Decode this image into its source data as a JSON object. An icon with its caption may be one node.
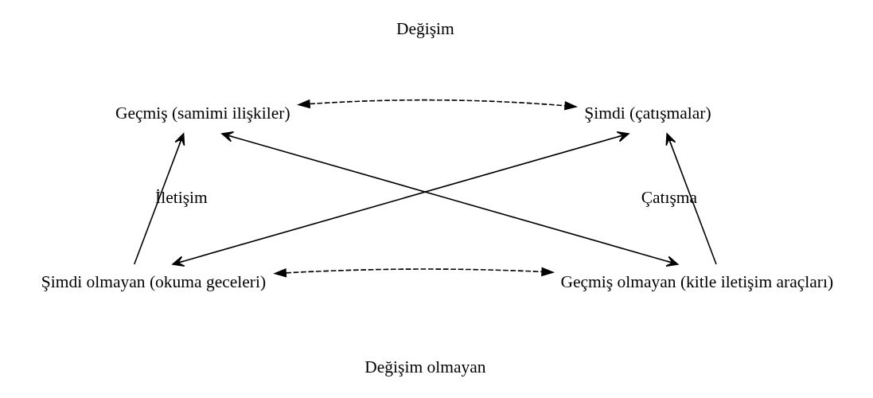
{
  "diagram": {
    "nodes": [
      {
        "text": [
          "Geçmiş (samimi ilişkiler)"
        ]
      },
      {
        "text": [
          "Şimdi (çatışmalar)"
        ]
      },
      {
        "text": [
          "Şimdi olmayan (okuma geceleri)"
        ]
      },
      {
        "text": [
          "Geçmiş olmayan (kitle iletişim araçları)"
        ]
      }
    ],
    "edges": [
      {
        "from": 0,
        "to": 1,
        "arrow": "both",
        "style": "dashed"
      },
      {
        "from": 0,
        "to": 3,
        "arrow": "both"
      },
      {
        "from": 2,
        "to": 1,
        "arrow": "both"
      },
      {
        "from": 2,
        "to": 0,
        "arrow": "to"
      },
      {
        "from": 3,
        "to": 1,
        "arrow": "to"
      },
      {
        "from": 2,
        "to": 3,
        "arrow": "both",
        "style": "dashed"
      }
    ],
    "labels": [
      "Değişim",
      "İletişim",
      "Çatışma",
      "Değişim olmayan"
    ]
  }
}
